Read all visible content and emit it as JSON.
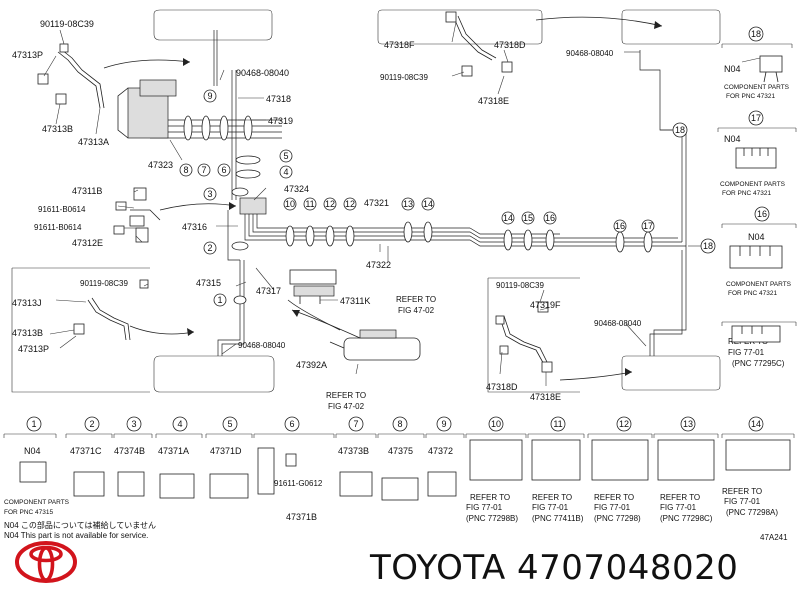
{
  "brand": {
    "name": "TOYOTA",
    "part_number": "4707048020",
    "caption": "TOYOTA 4707048020"
  },
  "figure_code": "47A241",
  "parts": {
    "p90119_top": "90119-08C39",
    "p47313P_top": "47313P",
    "p47313B_top": "47313B",
    "p47313A": "47313A",
    "p90468_top": "90468-08040",
    "p47318": "47318",
    "p47319": "47319",
    "p47323": "47323",
    "p47324": "47324",
    "p47311B": "47311B",
    "p91611_1": "91611-B0614",
    "p91611_2": "91611-B0614",
    "p47312E": "47312E",
    "p47316": "47316",
    "p47321": "47321",
    "p47322": "47322",
    "p47315": "47315",
    "p47317": "47317",
    "p47311K": "47311K",
    "p90119_left": "90119-08C39",
    "p47313J": "47313J",
    "p47313B_left": "47313B",
    "p47313P_left": "47313P",
    "p90468_left": "90468-08040",
    "p47392A": "47392A",
    "p47318F": "47318F",
    "p47318D_top": "47318D",
    "p90119_rt": "90119-08C39",
    "p47318E_top": "47318E",
    "p90468_rt": "90468-08040",
    "p90119_rm": "90119-08C39",
    "p47319F": "47319F",
    "p47318D_mid": "47318D",
    "p47318E_mid": "47318E",
    "p90468_rm": "90468-08040"
  },
  "refers": {
    "refer_top_1": "REFER TO",
    "refer_top_2": "FIG 47-02",
    "refer_bot_1": "REFER TO",
    "refer_bot_2": "FIG 47-02",
    "refer_rt_1": "REFER TO",
    "refer_rt_2": "FIG 77-01",
    "refer_rt_3": "(PNC  77295C)"
  },
  "side_panel": {
    "n18": "18",
    "n17": "17",
    "n16": "16",
    "code18": "N04",
    "code17": "N04",
    "code16": "N04",
    "cp18_1": "COMPONENT PARTS",
    "cp18_2": "FOR PNC 47321",
    "cp17_1": "COMPONENT PARTS",
    "cp17_2": "FOR PNC 47321",
    "cp16_1": "COMPONENT PARTS",
    "cp16_2": "FOR PNC 47321"
  },
  "callouts": [
    "1",
    "2",
    "3",
    "4",
    "5",
    "6",
    "7",
    "8",
    "9",
    "10",
    "11",
    "12",
    "13",
    "14",
    "15",
    "16",
    "17",
    "18"
  ],
  "bottom_row": {
    "items": [
      {
        "num": "1",
        "pnc": "N04"
      },
      {
        "num": "2",
        "pnc": "47371C"
      },
      {
        "num": "3",
        "pnc": "47374B"
      },
      {
        "num": "4",
        "pnc": "47371A"
      },
      {
        "num": "5",
        "pnc": "47371D"
      },
      {
        "num": "6",
        "pnc": ""
      },
      {
        "num": "7",
        "pnc": "47373B"
      },
      {
        "num": "8",
        "pnc": "47375"
      },
      {
        "num": "9",
        "pnc": "47372"
      },
      {
        "num": "10",
        "pnc": ""
      },
      {
        "num": "11",
        "pnc": ""
      },
      {
        "num": "12",
        "pnc": ""
      },
      {
        "num": "13",
        "pnc": ""
      },
      {
        "num": "14",
        "pnc": ""
      }
    ],
    "item6_sub1": "91611-G0612",
    "item6_sub2": "47371B",
    "comp1_1": "COMPONENT PARTS",
    "comp1_2": "FOR PNC 47315",
    "refers": [
      {
        "l1": "REFER TO",
        "l2": "FIG  77-01",
        "l3": "(PNC  77298B)"
      },
      {
        "l1": "REFER TO",
        "l2": "FIG  77-01",
        "l3": "(PNC  77411B)"
      },
      {
        "l1": "REFER TO",
        "l2": "FIG  77-01",
        "l3": "(PNC  77298)"
      },
      {
        "l1": "REFER TO",
        "l2": "FIG  77-01",
        "l3": "(PNC  77298C)"
      },
      {
        "l1": "REFER TO",
        "l2": "FIG  77-01",
        "l3": "(PNC  77298A)"
      }
    ]
  },
  "notes": {
    "jp": "N04  この部品については補給していません",
    "en": "N04  This part is not available for service."
  }
}
